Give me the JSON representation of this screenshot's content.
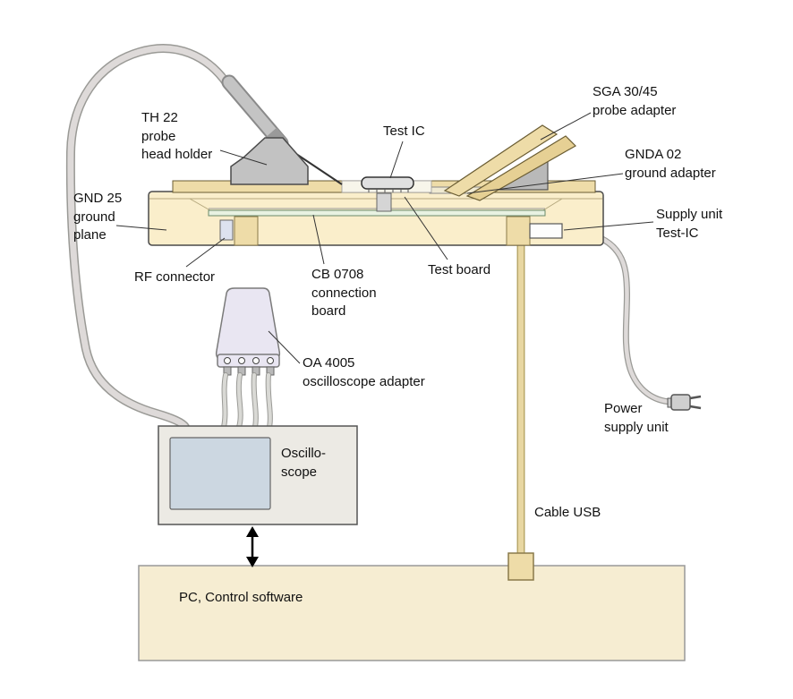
{
  "labels": {
    "th22": "TH 22\nprobe\nhead holder",
    "test_ic": "Test IC",
    "sga": "SGA 30/45\nprobe adapter",
    "gnda": "GNDA 02\nground adapter",
    "gnd25": "GND 25\nground\nplane",
    "rf": "RF connector",
    "cb0708": "CB 0708\nconnection\nboard",
    "test_board": "Test board",
    "supply_unit": "Supply unit\nTest-IC",
    "oa4005": "OA 4005\noscilloscope adapter",
    "oscilloscope": "Oscillo-\nscope",
    "power": "Power\nsupply unit",
    "cable_usb": "Cable USB",
    "pc": "PC, Control software"
  },
  "colors": {
    "ground_plane": "#faeecb",
    "wood_board": "#eedca8",
    "test_board_green": "#e8f2e2",
    "metal_gray": "#c4c4c4",
    "adapter_lavender": "#e9e6f2",
    "scope_body": "#eceae4",
    "scope_screen": "#ccd7e1",
    "pc_box": "#f6edd2",
    "cable_gray": "#dedad9",
    "cable_usb_tan": "#e8d7a2"
  }
}
